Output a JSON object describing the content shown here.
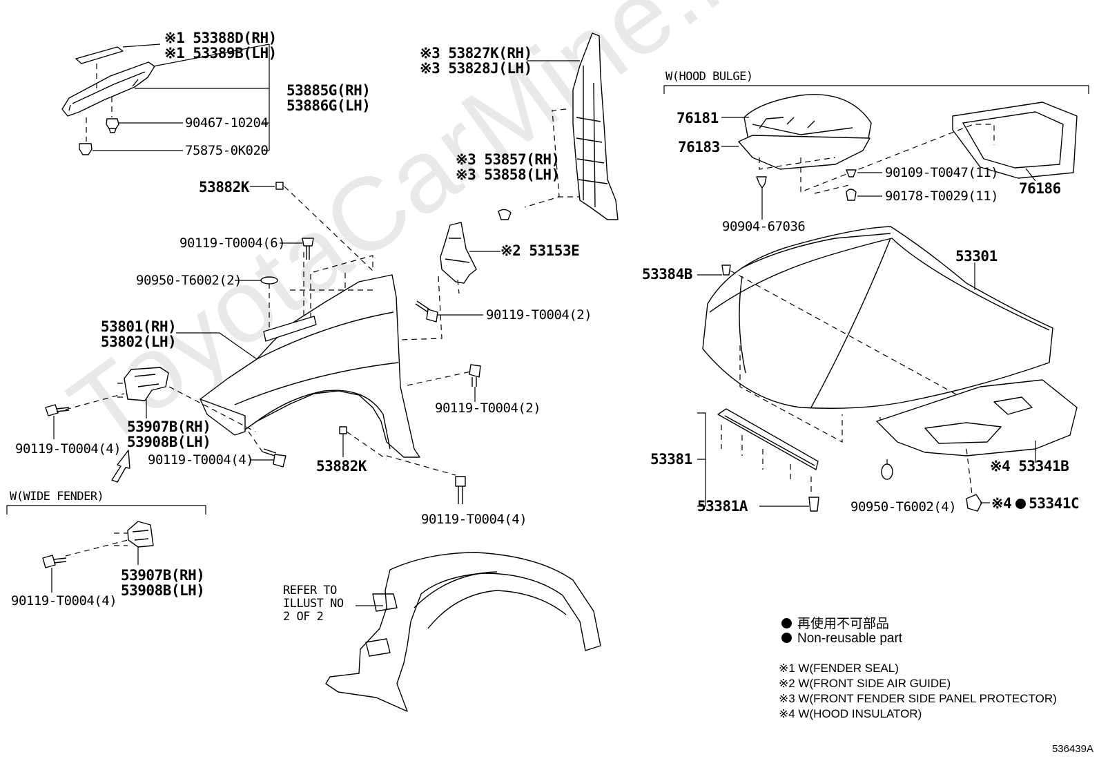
{
  "watermark": "ToyotaCarMine.ru",
  "diagram_code": "536439A",
  "section_titles": {
    "hood_bulge": "W(HOOD BULGE)",
    "wide_fender": "W(WIDE FENDER)"
  },
  "callouts": [
    {
      "id": "c1",
      "text": "※1 53388D(RH)"
    },
    {
      "id": "c2",
      "text": "※1 53389B(LH)"
    },
    {
      "id": "c3",
      "text": "53885G(RH)"
    },
    {
      "id": "c4",
      "text": "53886G(LH)"
    },
    {
      "id": "c5",
      "text": "90467-10204"
    },
    {
      "id": "c6",
      "text": "75875-0K020"
    },
    {
      "id": "c7",
      "text": "53882K"
    },
    {
      "id": "c8",
      "text": "90119-T0004(6)"
    },
    {
      "id": "c9",
      "text": "90950-T6002(2)"
    },
    {
      "id": "c10",
      "text": "53801(RH)"
    },
    {
      "id": "c11",
      "text": "53802(LH)"
    },
    {
      "id": "c12",
      "text": "53907B(RH)"
    },
    {
      "id": "c13",
      "text": "53908B(LH)"
    },
    {
      "id": "c14",
      "text": "90119-T0004(4)"
    },
    {
      "id": "c15",
      "text": "90119-T0004(4)"
    },
    {
      "id": "c16",
      "text": "53907B(RH)"
    },
    {
      "id": "c17",
      "text": "53908B(LH)"
    },
    {
      "id": "c18",
      "text": "90119-T0004(4)"
    },
    {
      "id": "c19",
      "text": "※3 53827K(RH)"
    },
    {
      "id": "c20",
      "text": "※3 53828J(LH)"
    },
    {
      "id": "c21",
      "text": "※3 53857(RH)"
    },
    {
      "id": "c22",
      "text": "※3 53858(LH)"
    },
    {
      "id": "c23",
      "text": "※2 53153E"
    },
    {
      "id": "c24",
      "text": "90119-T0004(2)"
    },
    {
      "id": "c25",
      "text": "90119-T0004(2)"
    },
    {
      "id": "c26",
      "text": "53882K"
    },
    {
      "id": "c27",
      "text": "90119-T0004(4)"
    },
    {
      "id": "c28",
      "text": "REFER TO\nILLUST NO\n2 OF 2"
    },
    {
      "id": "c29",
      "text": "76181"
    },
    {
      "id": "c30",
      "text": "76183"
    },
    {
      "id": "c31",
      "text": "90109-T0047(11)"
    },
    {
      "id": "c32",
      "text": "90178-T0029(11)"
    },
    {
      "id": "c33",
      "text": "76186"
    },
    {
      "id": "c34",
      "text": "90904-67036"
    },
    {
      "id": "c35",
      "text": "53301"
    },
    {
      "id": "c36",
      "text": "53384B"
    },
    {
      "id": "c37",
      "text": "53381"
    },
    {
      "id": "c38",
      "text": "53381A"
    },
    {
      "id": "c39",
      "text": "90950-T6002(4)"
    },
    {
      "id": "c40",
      "text": "※4 53341B"
    },
    {
      "id": "c41",
      "text": "※4"
    },
    {
      "id": "c42",
      "text": "53341C"
    }
  ],
  "legend": {
    "non_reusable_jp": "再使用不可部品",
    "non_reusable_en": "Non-reusable part"
  },
  "notes": [
    "※1 W(FENDER SEAL)",
    "※2 W(FRONT SIDE AIR GUIDE)",
    "※3 W(FRONT FENDER SIDE PANEL PROTECTOR)",
    "※4 W(HOOD INSULATOR)"
  ]
}
